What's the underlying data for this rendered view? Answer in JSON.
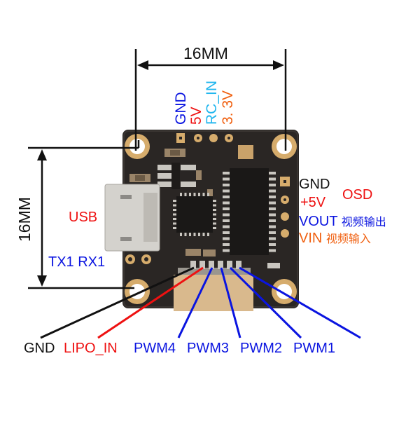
{
  "colors": {
    "black": "#111111",
    "blue": "#0a14e0",
    "red": "#ee1111",
    "cyan": "#21b6ee",
    "orange": "#f06010",
    "pcb": "#2a2624",
    "gold": "#d6ac6c",
    "silver": "#c9c6c0",
    "connector": "#d9b98d"
  },
  "dimensions": {
    "horizontal": "16MM",
    "vertical": "16MM"
  },
  "top_pins": [
    {
      "label": "GND",
      "color": "blue"
    },
    {
      "label": "5V",
      "color": "red"
    },
    {
      "label": "RC_IN",
      "color": "cyan"
    },
    {
      "label": "3. 3V",
      "color": "orange"
    }
  ],
  "osd": {
    "title": "OSD",
    "pins": [
      {
        "label": "GND",
        "desc": "",
        "color": "black"
      },
      {
        "label": "+5V",
        "desc": "",
        "color": "red"
      },
      {
        "label": "VOUT",
        "desc": "视频输出",
        "color": "blue"
      },
      {
        "label": "VIN",
        "desc": "视频输入",
        "color": "orange"
      }
    ]
  },
  "left_labels": {
    "usb": "USB",
    "uart": "TX1 RX1"
  },
  "bottom_pins": [
    {
      "label": "GND",
      "color": "black"
    },
    {
      "label": "LIPO_IN",
      "color": "red"
    },
    {
      "label": "PWM4",
      "color": "blue"
    },
    {
      "label": "PWM3",
      "color": "blue"
    },
    {
      "label": "PWM2",
      "color": "blue"
    },
    {
      "label": "PWM1",
      "color": "blue"
    }
  ]
}
